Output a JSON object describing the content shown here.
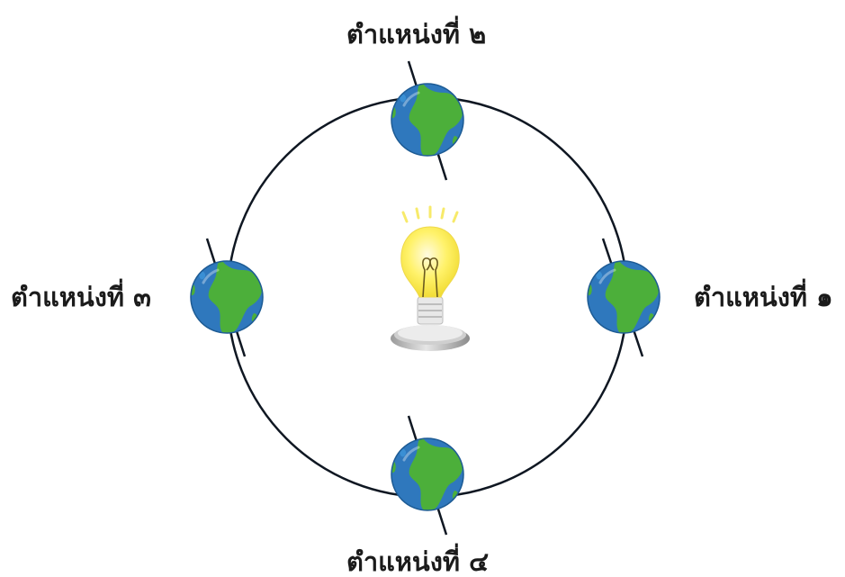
{
  "labels": {
    "position_1": "ตำแหน่งที่ ๑",
    "position_2": "ตำแหน่งที่ ๒",
    "position_3": "ตำแหน่งที่ ๓",
    "position_4": "ตำแหน่งที่ ๔"
  },
  "colors": {
    "orbit": "#0f1722",
    "ocean": "#2f78bd",
    "land": "#4caf3a",
    "bulb_glow": "#f7ea6a",
    "bulb_base": "#b8b8b8"
  },
  "icons": {
    "center": "light-bulb-icon",
    "planet": "earth-icon"
  }
}
